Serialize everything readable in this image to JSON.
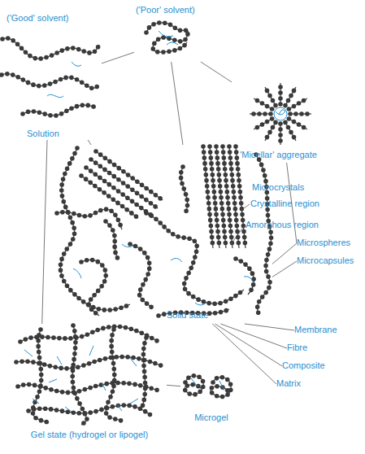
{
  "diagram": {
    "nodes": [
      {
        "text": [
          "('Good' solvent)",
          "Solution"
        ]
      },
      {
        "text": [
          "('Poor' solvent)"
        ]
      },
      {
        "text": [
          "'Micellar' aggregate"
        ]
      },
      {
        "text": [
          "Solid state"
        ]
      },
      {
        "text": [
          "Microspheres"
        ]
      },
      {
        "text": [
          "Microcapsules"
        ]
      },
      {
        "text": [
          "Membrane"
        ]
      },
      {
        "text": [
          "Fibre"
        ]
      },
      {
        "text": [
          "Composite"
        ]
      },
      {
        "text": [
          "Matrix"
        ]
      },
      {
        "text": [
          "Gel state (hydrogel or lipogel)"
        ]
      },
      {
        "text": [
          "Microgel"
        ]
      }
    ],
    "edges": [
      {
        "from": 0,
        "to": 1,
        "arrow": "none"
      },
      {
        "from": 0,
        "to": 3,
        "arrow": "none"
      },
      {
        "from": 0,
        "to": 10,
        "arrow": "none"
      },
      {
        "from": 1,
        "to": 2,
        "arrow": "none"
      },
      {
        "from": 1,
        "to": 3,
        "arrow": "none"
      },
      {
        "from": 2,
        "to": 4,
        "arrow": "none"
      },
      {
        "from": 3,
        "to": 4,
        "arrow": "none"
      },
      {
        "from": 3,
        "to": 5,
        "arrow": "none"
      },
      {
        "from": 3,
        "to": 6,
        "arrow": "none"
      },
      {
        "from": 3,
        "to": 7,
        "arrow": "none"
      },
      {
        "from": 3,
        "to": 8,
        "arrow": "none"
      },
      {
        "from": 3,
        "to": 9,
        "arrow": "none"
      },
      {
        "from": 10,
        "to": 11,
        "arrow": "none"
      }
    ],
    "labels": [
      "Microcrystals",
      "Crystalline region",
      "Amorphous region"
    ]
  }
}
